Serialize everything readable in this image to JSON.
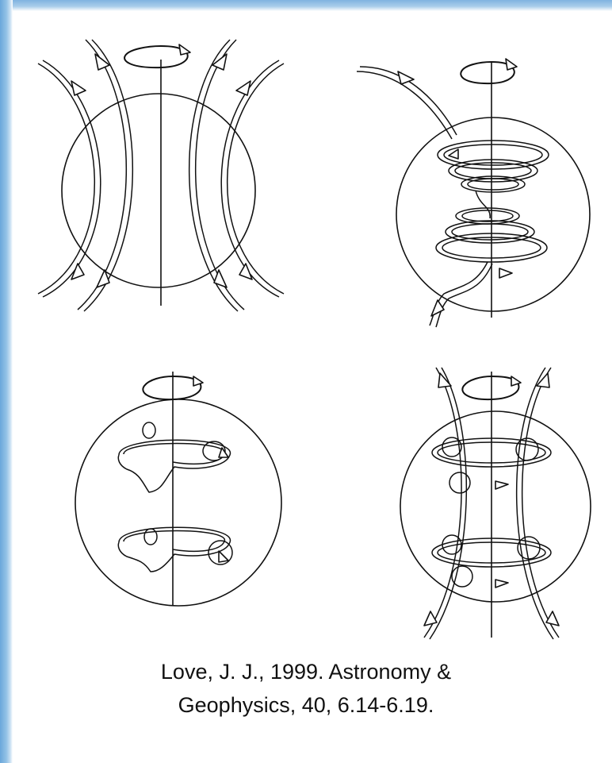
{
  "caption": {
    "line1": "Love, J. J., 1999. Astronomy &",
    "line2": "Geophysics, 40, 6.14-6.19."
  },
  "colors": {
    "background": "#ffffff",
    "border_blue": "#7fb3e0",
    "ink": "#111111"
  },
  "panels": [
    {
      "id": "dipole-field"
    },
    {
      "id": "toroidal-winding"
    },
    {
      "id": "loop-twisting"
    },
    {
      "id": "regenerated-poloidal"
    }
  ]
}
